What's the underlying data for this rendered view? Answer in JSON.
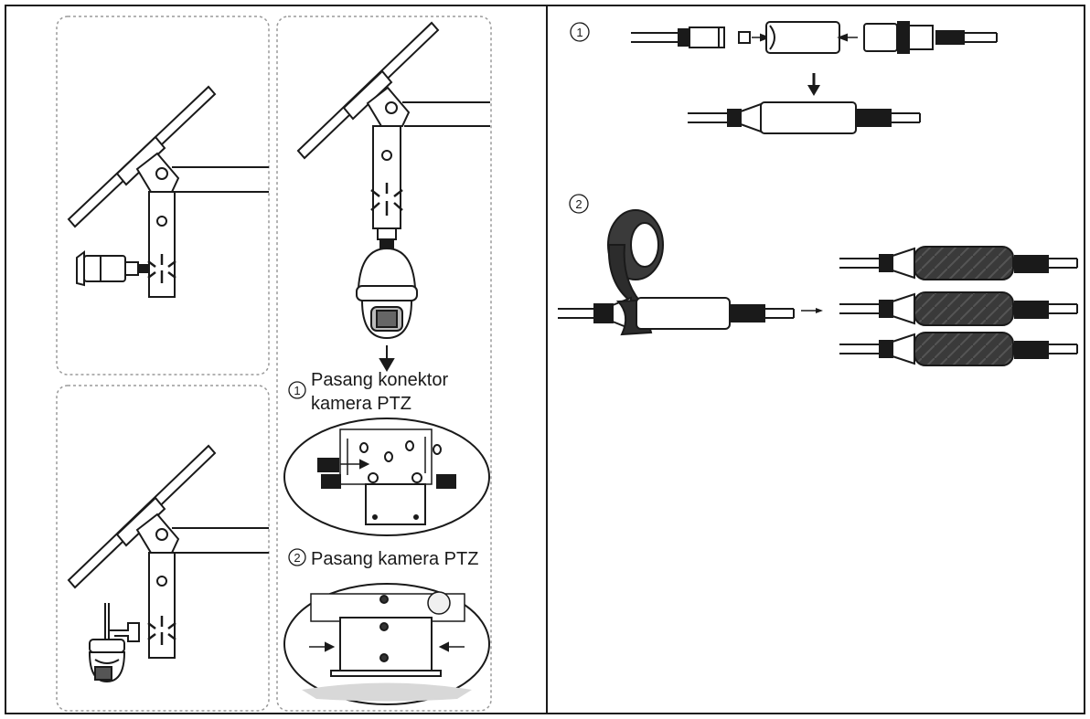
{
  "left_steps": {
    "step1_number": "1",
    "step1_line1": "Pasang konektor",
    "step1_line2": "kamera PTZ",
    "step2_number": "2",
    "step2_line1": "Pasang kamera PTZ"
  },
  "right_steps": {
    "step1_number": "1",
    "step2_number": "2"
  },
  "colors": {
    "line": "#1a1a1a",
    "dashed_border": "#9a9a9a",
    "tape": "#3c3c3c"
  }
}
